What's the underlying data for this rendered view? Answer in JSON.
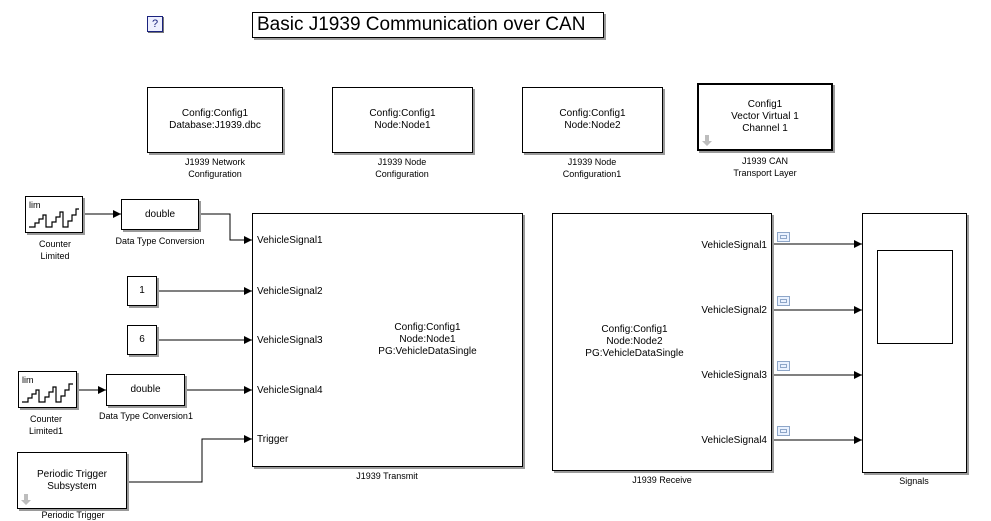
{
  "title": "Basic J1939 Communication over CAN",
  "help_label": "?",
  "config_blocks": {
    "network": {
      "lines": [
        "Config:Config1",
        "Database:J1939.dbc"
      ],
      "caption": [
        "J1939 Network",
        "Configuration"
      ]
    },
    "node1": {
      "lines": [
        "Config:Config1",
        "Node:Node1"
      ],
      "caption": [
        "J1939 Node",
        "Configuration"
      ]
    },
    "node2": {
      "lines": [
        "Config:Config1",
        "Node:Node2"
      ],
      "caption": [
        "J1939 Node",
        "Configuration1"
      ]
    },
    "can": {
      "lines": [
        "Config1",
        "Vector Virtual 1",
        "Channel 1"
      ],
      "caption": [
        "J1939 CAN",
        "Transport Layer"
      ]
    }
  },
  "sources": {
    "counter1": {
      "icon_label": "lim",
      "caption": [
        "Counter",
        "Limited"
      ]
    },
    "counter2": {
      "icon_label": "lim",
      "caption": [
        "Counter",
        "Limited1"
      ]
    },
    "const1": {
      "value": "1"
    },
    "const2": {
      "value": "6"
    },
    "dtc1": {
      "label": "double",
      "caption": "Data Type Conversion"
    },
    "dtc2": {
      "label": "double",
      "caption": "Data Type Conversion1"
    },
    "periodic": {
      "lines": [
        "Periodic Trigger",
        "Subsystem"
      ],
      "caption": "Periodic Trigger"
    }
  },
  "transmit": {
    "inputs": [
      "VehicleSignal1",
      "VehicleSignal2",
      "VehicleSignal3",
      "VehicleSignal4",
      "Trigger"
    ],
    "lines": [
      "Config:Config1",
      "Node:Node1",
      "PG:VehicleDataSingle"
    ],
    "caption": "J1939 Transmit"
  },
  "receive": {
    "outputs": [
      "VehicleSignal1",
      "VehicleSignal2",
      "VehicleSignal3",
      "VehicleSignal4"
    ],
    "lines": [
      "Config:Config1",
      "Node:Node2",
      "PG:VehicleDataSingle"
    ],
    "caption": "J1939 Receive"
  },
  "scope": {
    "caption": "Signals"
  }
}
